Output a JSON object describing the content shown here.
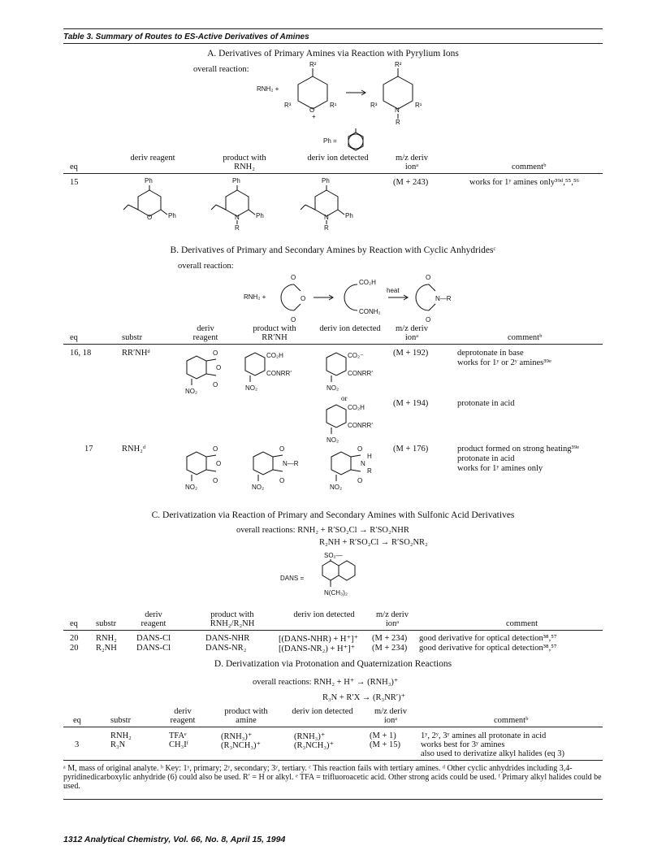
{
  "caption": "Table 3. Summary of Routes to ES-Active Derivatives of Amines",
  "sectionA": {
    "title": "A. Derivatives of Primary Amines via Reaction with Pyrylium Ions",
    "overall": "overall reaction:",
    "ph_def": "Ph =",
    "headers": [
      "eq",
      "deriv reagent",
      "product with RNH₂",
      "deriv ion detected",
      "m/z deriv ionᵃ",
      "commentᵇ"
    ],
    "row": {
      "eq": "15",
      "mz": "(M + 243)",
      "comment": "works for 1ʸ amines only³⁹ᵈ,⁵⁵,⁵⁶"
    }
  },
  "sectionB": {
    "title": "B. Derivatives of Primary and Secondary Amines by Reaction with Cyclic Anhydridesᶜ",
    "overall": "overall reaction:",
    "heat": "heat",
    "headers": [
      "eq",
      "substr",
      "deriv reagent",
      "product with RR′NH",
      "deriv ion detected",
      "m/z deriv ionᵃ",
      "commentᵇ"
    ],
    "rows": [
      {
        "eq": "16, 18",
        "substr": "RR′NHᵈ",
        "mz1": "(M + 192)",
        "c1": "deprotonate in base",
        "c2": "works for 1ʸ or 2ʸ amines³⁹ᵉ",
        "or": "or",
        "mz2": "(M + 194)",
        "c3": "protonate in acid"
      },
      {
        "eq": "17",
        "substr": "RNH₂ᵈ",
        "mz1": "(M + 176)",
        "c1": "product formed on strong heating³⁹ᵉ",
        "c2": "protonate in acid",
        "c3": "works for 1ʸ amines only"
      }
    ]
  },
  "sectionC": {
    "title": "C. Derivatization via Reaction of Primary and Secondary Amines with Sulfonic Acid Derivatives",
    "overall1": "overall reactions: RNH₂ + R′SO₂Cl → R′SO₂NHR",
    "overall2": "R₂NH + R′SO₂Cl → R′SO₂NR₂",
    "dans": "DANS =",
    "headers": [
      "eq",
      "substr",
      "deriv reagent",
      "product with RNH₂/R₂NH",
      "deriv ion detected",
      "m/z deriv ionᵃ",
      "comment"
    ],
    "rows": [
      {
        "eq": "20",
        "substr": "RNH₂",
        "reagent": "DANS-Cl",
        "product": "DANS-NHR",
        "ion": "[(DANS-NHR) + H⁺]⁺",
        "mz": "(M + 234)",
        "comment": "good derivative for optical detection³⁸,⁵⁷"
      },
      {
        "eq": "20",
        "substr": "R₂NH",
        "reagent": "DANS-Cl",
        "product": "DANS-NR₂",
        "ion": "[(DANS-NR₂) + H⁺]⁺",
        "mz": "(M + 234)",
        "comment": "good derivative for optical detection³⁸,⁵⁷"
      }
    ]
  },
  "sectionD": {
    "title": "D. Derivatization via Protonation and Quaternization Reactions",
    "overall1": "overall reactions: RNH₂ + H⁺ → (RNH₃)⁺",
    "overall2": "R₃N + R′X → (R₃NR′)⁺",
    "headers": [
      "eq",
      "substr",
      "deriv reagent",
      "product with amine",
      "deriv ion detected",
      "m/z deriv ionᵃ",
      "commentᵇ"
    ],
    "rows": [
      {
        "eq": "",
        "substr": "RNH₂",
        "reagent": "TFAᵉ",
        "product": "(RNH₃)⁺",
        "ion": "(RNH₃)⁺",
        "mz": "(M + 1)",
        "comment": "1ʸ, 2ʸ, 3ʸ amines all protonate in acid"
      },
      {
        "eq": "3",
        "substr": "R₃N",
        "reagent": "CH₃Iᶠ",
        "product": "(R₃NCH₃)⁺",
        "ion": "(R₃NCH₃)⁺",
        "mz": "(M + 15)",
        "comment": "works best for 3ʸ amines",
        "comment2": "also used to derivatize alkyl halides (eq 3)"
      }
    ]
  },
  "footnotes": "ᵃ M, mass of original analyte. ᵇ Key: 1ʸ, primary; 2ʸ, secondary; 3ʸ, tertiary. ᶜ This reaction fails with tertiary amines. ᵈ Other cyclic anhydrides including 3,4-pyridinedicarboxylic anhydride (6) could also be used. R′ = H or alkyl. ᵉ TFA = trifluoroacetic acid. Other strong acids could be used. ᶠ Primary alkyl halides could be used.",
  "footer": "1312 Analytical Chemistry, Vol. 66, No. 8, April 15, 1994"
}
